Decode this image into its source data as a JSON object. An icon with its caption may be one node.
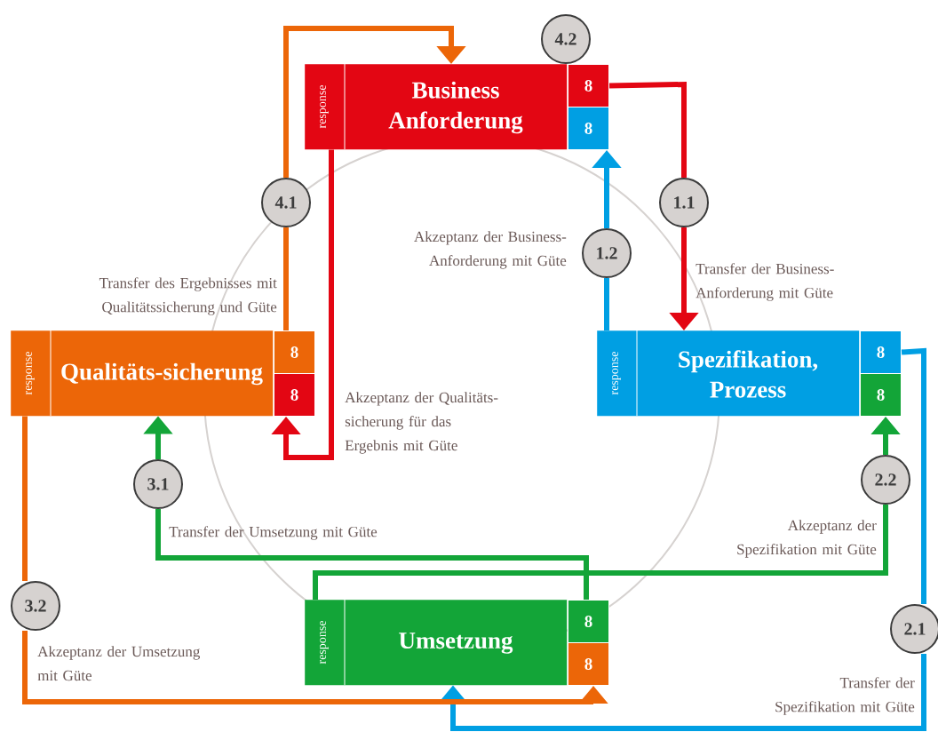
{
  "diagram": {
    "nodes": [
      {
        "text": [
          "response",
          "Business Anforderung"
        ]
      },
      {
        "text": [
          "8"
        ]
      },
      {
        "text": [
          "8"
        ]
      },
      {
        "text": [
          "4.2"
        ]
      },
      {
        "text": [
          "response",
          "Qualitäts-sicherung"
        ]
      },
      {
        "text": [
          "8"
        ]
      },
      {
        "text": [
          "8"
        ]
      },
      {
        "text": [
          "response",
          "Spezifikation, Prozess"
        ]
      },
      {
        "text": [
          "8"
        ]
      },
      {
        "text": [
          "8"
        ]
      },
      {
        "text": [
          "response",
          "Umsetzung"
        ]
      },
      {
        "text": [
          "8"
        ]
      },
      {
        "text": [
          "8"
        ]
      },
      {
        "text": [
          "1.1"
        ]
      },
      {
        "text": [
          "1.2"
        ]
      },
      {
        "text": [
          "2.1"
        ]
      },
      {
        "text": [
          "2.2"
        ]
      },
      {
        "text": [
          "3.1"
        ]
      },
      {
        "text": [
          "3.2"
        ]
      },
      {
        "text": [
          "4.1"
        ]
      }
    ],
    "edges": [
      {
        "from": 1,
        "to": 13,
        "arrow": "none",
        "color": "#e30613"
      },
      {
        "from": 13,
        "to": 7,
        "arrow": "to",
        "color": "#e30613"
      },
      {
        "from": 7,
        "to": 14,
        "arrow": "none",
        "color": "#009fe3"
      },
      {
        "from": 14,
        "to": 2,
        "arrow": "to",
        "color": "#009fe3"
      },
      {
        "from": 8,
        "to": 15,
        "arrow": "none",
        "color": "#009fe3"
      },
      {
        "from": 15,
        "to": 10,
        "arrow": "to",
        "color": "#009fe3"
      },
      {
        "from": 10,
        "to": 16,
        "arrow": "none",
        "color": "#13a538"
      },
      {
        "from": 16,
        "to": 9,
        "arrow": "to",
        "color": "#13a538"
      },
      {
        "from": 11,
        "to": 17,
        "arrow": "none",
        "color": "#13a538"
      },
      {
        "from": 17,
        "to": 4,
        "arrow": "to",
        "color": "#13a538"
      },
      {
        "from": 4,
        "to": 18,
        "arrow": "none",
        "color": "#ec6608"
      },
      {
        "from": 18,
        "to": 12,
        "arrow": "to",
        "color": "#ec6608"
      },
      {
        "from": 5,
        "to": 19,
        "arrow": "none",
        "color": "#ec6608"
      },
      {
        "from": 19,
        "to": 0,
        "arrow": "to",
        "color": "#ec6608"
      },
      {
        "from": 0,
        "to": 6,
        "arrow": "to",
        "color": "#e30613"
      }
    ],
    "labels": [
      "Transfer des Ergebnisses mit Qualitätssicherung und Güte",
      "Akzeptanz der Business-Anforderung mit Güte",
      "Transfer der Business-Anforderung mit Güte",
      "Akzeptanz der Qualitäts-sicherung für das Ergebnis mit Güte",
      "Transfer der Umsetzung mit Güte",
      "Akzeptanz der Spezifikation mit Güte",
      "Akzeptanz der Umsetzung mit Güte",
      "Transfer der Spezifikation mit Güte"
    ]
  }
}
